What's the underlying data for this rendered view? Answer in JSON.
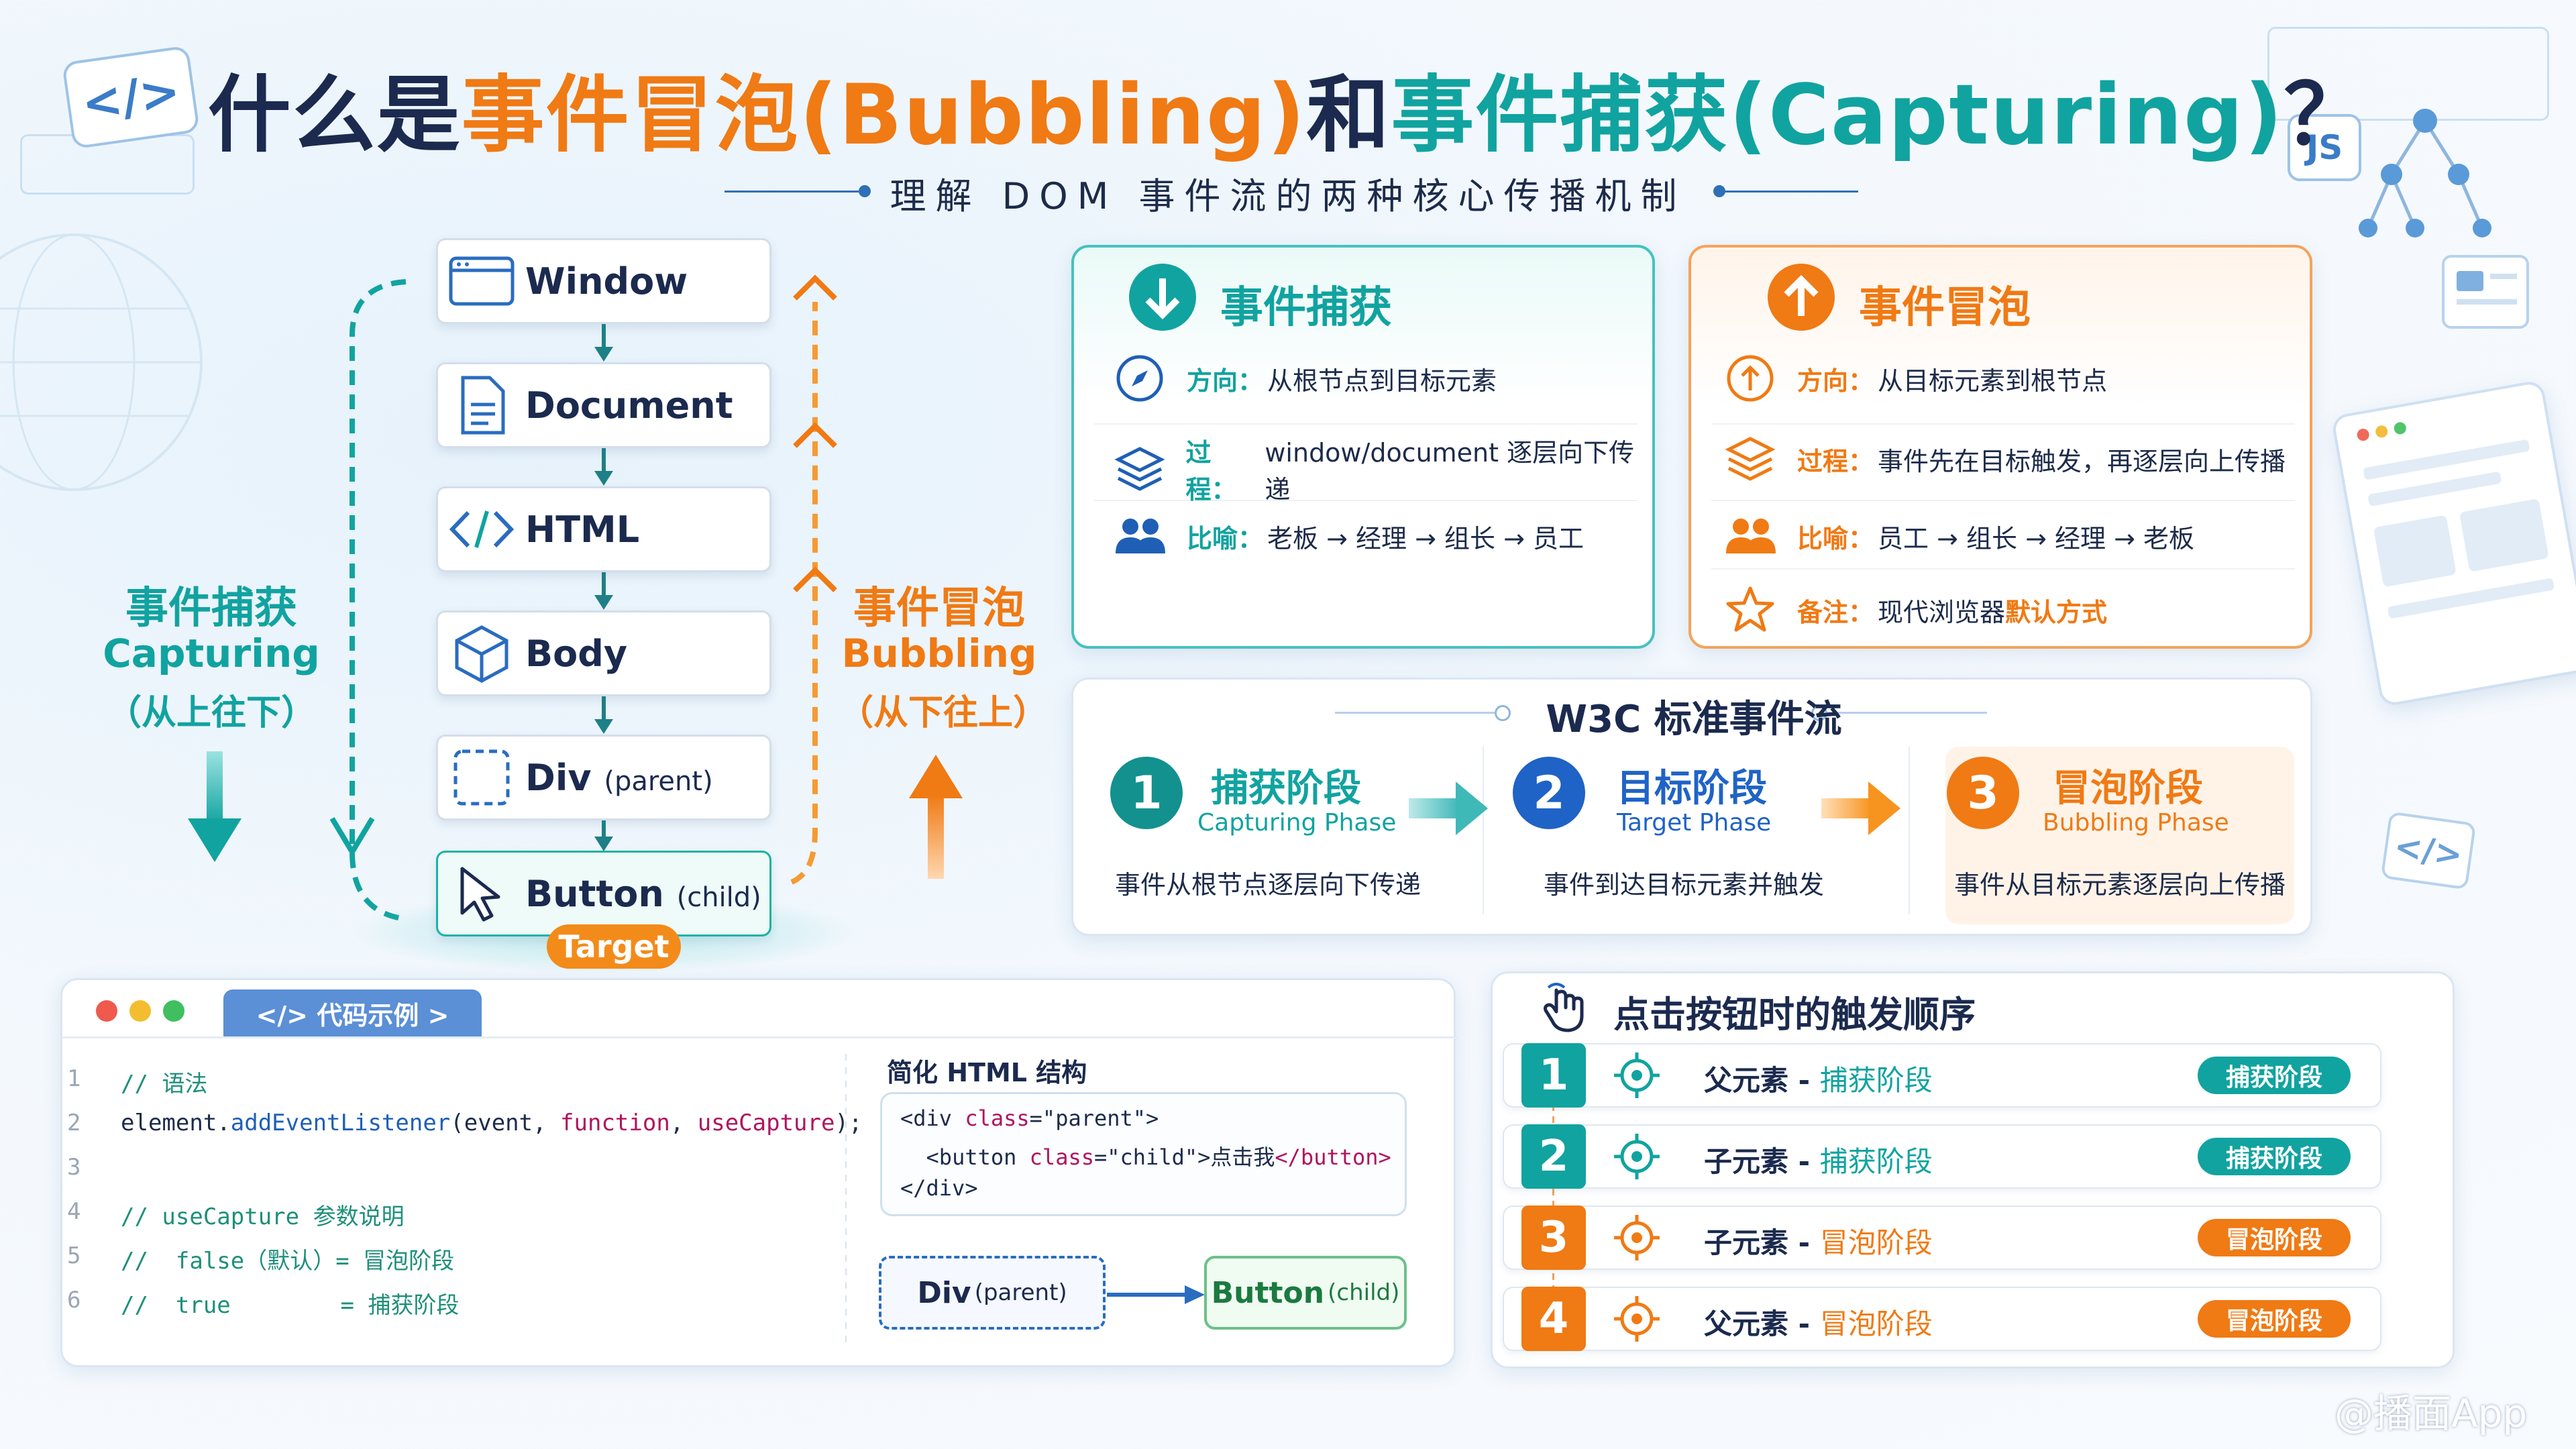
{
  "header": {
    "title_parts": [
      "什么是",
      "事件冒泡",
      " (Bubbling) ",
      "和",
      "事件捕获",
      " (Capturing)",
      "？"
    ],
    "subtitle": "理解 DOM 事件流的两种核心传播机制"
  },
  "badges": {
    "code": "</>",
    "js": "JS",
    "code_small": "</>"
  },
  "colors": {
    "teal": "#11a3a0",
    "orange": "#f07a14",
    "navy": "#1b2a4e",
    "blue": "#1f63c6"
  },
  "flow": {
    "capture_label": "事件捕获",
    "capture_en": "Capturing",
    "capture_dir": "（从上往下）",
    "bubble_label": "事件冒泡",
    "bubble_en": "Bubbling",
    "bubble_dir": "（从下往上）",
    "nodes": [
      {
        "label": "Window",
        "suffix": "",
        "icon": "browser-window-icon"
      },
      {
        "label": "Document",
        "suffix": "",
        "icon": "document-icon"
      },
      {
        "label": "HTML",
        "suffix": "",
        "icon": "code-icon"
      },
      {
        "label": "Body",
        "suffix": "",
        "icon": "cube-icon"
      },
      {
        "label": "Div",
        "suffix": "(parent)",
        "icon": "dashed-square-icon"
      },
      {
        "label": "Button",
        "suffix": "(child)",
        "icon": "cursor-pointer-icon"
      }
    ],
    "target_badge": "Target"
  },
  "capture_card": {
    "title": "事件捕获",
    "rows": [
      {
        "key": "方向：",
        "value": "从根节点到目标元素",
        "icon": "compass-icon"
      },
      {
        "key": "过程：",
        "value": "window/document 逐层向下传递",
        "icon": "layers-icon"
      },
      {
        "key": "比喻：",
        "value": "老板 → 经理 → 组长 → 员工",
        "icon": "people-icon"
      }
    ]
  },
  "bubble_card": {
    "title": "事件冒泡",
    "rows": [
      {
        "key": "方向：",
        "value": "从目标元素到根节点",
        "icon": "arrow-up-circle-icon"
      },
      {
        "key": "过程：",
        "value": "事件先在目标触发，再逐层向上传播",
        "icon": "layers-icon"
      },
      {
        "key": "比喻：",
        "value": "员工 → 组长 → 经理 → 老板",
        "icon": "people-icon"
      }
    ],
    "note_key": "备注：",
    "note_value": "现代浏览器",
    "note_emph": "默认方式"
  },
  "w3c": {
    "title": "W3C 标准事件流",
    "phases": [
      {
        "num": "1",
        "title": "捕获阶段",
        "en": "Capturing Phase",
        "desc": "事件从根节点逐层向下传递"
      },
      {
        "num": "2",
        "title": "目标阶段",
        "en": "Target Phase",
        "desc": "事件到达目标元素并触发"
      },
      {
        "num": "3",
        "title": "冒泡阶段",
        "en": "Bubbling Phase",
        "desc": "事件从目标元素逐层向上传播"
      }
    ]
  },
  "code": {
    "tab": "</> 代码示例  >",
    "lines": [
      {
        "n": "1",
        "parts": [
          {
            "t": "// 语法",
            "c": "cm"
          }
        ]
      },
      {
        "n": "2",
        "parts": [
          {
            "t": "element.",
            "c": ""
          },
          {
            "t": "addEventListener",
            "c": "fn"
          },
          {
            "t": "(event, ",
            "c": ""
          },
          {
            "t": "function",
            "c": "kw"
          },
          {
            "t": ", ",
            "c": ""
          },
          {
            "t": "useCapture",
            "c": "kw"
          },
          {
            "t": ");",
            "c": ""
          }
        ]
      },
      {
        "n": "3",
        "parts": []
      },
      {
        "n": "4",
        "parts": [
          {
            "t": "// useCapture 参数说明",
            "c": "cm"
          }
        ]
      },
      {
        "n": "5",
        "parts": [
          {
            "t": "//  false（默认）= 冒泡阶段",
            "c": "cm"
          }
        ]
      },
      {
        "n": "6",
        "parts": [
          {
            "t": "//  true        = 捕获阶段",
            "c": "cm"
          }
        ]
      }
    ],
    "html_title": "简化 HTML 结构",
    "html_lines": [
      [
        {
          "t": "<div ",
          "c": ""
        },
        {
          "t": "class",
          "c": "kw"
        },
        {
          "t": "=\"parent\">",
          "c": ""
        }
      ],
      [
        {
          "t": "  <button ",
          "c": ""
        },
        {
          "t": "class",
          "c": "kw"
        },
        {
          "t": "=\"child\">",
          "c": ""
        },
        {
          "t": "点击我",
          "c": ""
        },
        {
          "t": "</button>",
          "c": "kw"
        }
      ],
      [
        {
          "t": "</div>",
          "c": ""
        }
      ]
    ],
    "div_label": "Div",
    "div_suffix": "(parent)",
    "button_label": "Button",
    "button_suffix": "(child)"
  },
  "order": {
    "title": "点击按钮时的触发顺序",
    "rows": [
      {
        "num": "1",
        "el": "父元素",
        "phase": "捕获阶段",
        "badge": "捕获阶段",
        "kind": "capture"
      },
      {
        "num": "2",
        "el": "子元素",
        "phase": "捕获阶段",
        "badge": "捕获阶段",
        "kind": "capture"
      },
      {
        "num": "3",
        "el": "子元素",
        "phase": "冒泡阶段",
        "badge": "冒泡阶段",
        "kind": "bubble"
      },
      {
        "num": "4",
        "el": "父元素",
        "phase": "冒泡阶段",
        "badge": "冒泡阶段",
        "kind": "bubble"
      }
    ]
  },
  "watermark": "@播面App"
}
